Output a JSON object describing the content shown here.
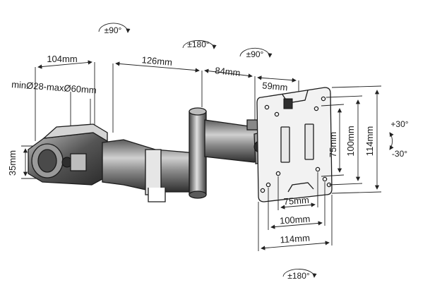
{
  "rotations": {
    "clamp_rotation": "±90°",
    "arm_joint_rotation": "±180°",
    "head_rotation": "±90°",
    "plate_rotation": "±180°"
  },
  "tilt": {
    "up": "+30°",
    "down": "-30°"
  },
  "dimensions": {
    "clamp_width": "104mm",
    "pole_range": "minØ28-maxØ60mm",
    "clamp_height": "35mm",
    "arm_1_length": "126mm",
    "arm_2_length": "84mm",
    "head_depth": "59mm",
    "vesa_75_vertical": "75mm",
    "vesa_100_vertical": "100mm",
    "plate_height": "114mm",
    "vesa_75_horizontal": "75mm",
    "vesa_100_horizontal": "100mm",
    "plate_width": "114mm"
  },
  "colors": {
    "metal_dark": "#3a3a3a",
    "metal_mid": "#7a7a7a",
    "metal_light": "#cfcfcf",
    "line": "#1b1b1b"
  }
}
